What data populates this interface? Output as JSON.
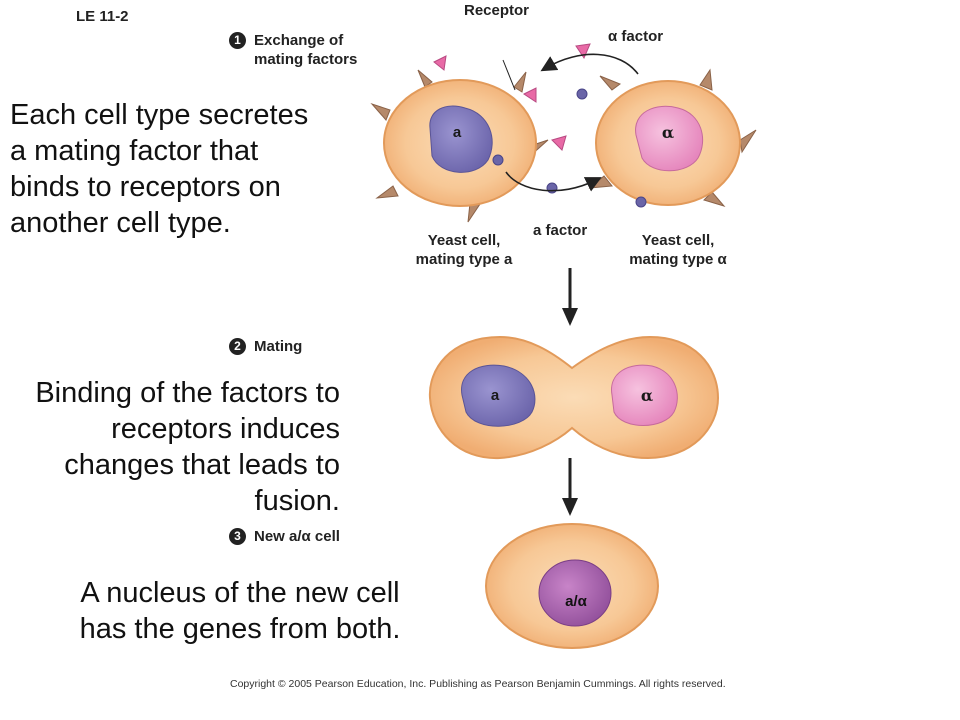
{
  "figure_id": "LE 11-2",
  "labels": {
    "receptor": "Receptor",
    "alpha_factor": "α factor",
    "a_factor": "a factor",
    "cell_a_line1": "Yeast cell,",
    "cell_a_line2": "mating type a",
    "cell_alpha_line1": "Yeast cell,",
    "cell_alpha_line2": "mating type α",
    "nucleus_a": "a",
    "nucleus_alpha": "α",
    "nucleus_merged_a": "a",
    "nucleus_merged_alpha": "α",
    "nucleus_new": "a/α"
  },
  "steps": [
    {
      "number": "1",
      "line1": "Exchange of",
      "line2": "mating factors"
    },
    {
      "number": "2",
      "line1": "Mating",
      "line2": ""
    },
    {
      "number": "3",
      "line1": "New a/α cell",
      "line2": ""
    }
  ],
  "captions": {
    "c1_l1": "Each cell type secretes",
    "c1_l2": "a mating factor that",
    "c1_l3": "binds to receptors on",
    "c1_l4": "another cell type.",
    "c2_l1": "Binding of the factors to",
    "c2_l2": "receptors induces",
    "c2_l3": "changes that leads to",
    "c2_l4": "fusion.",
    "c3_l1": "A nucleus of the new cell",
    "c3_l2": "has the genes from both."
  },
  "copyright": "Copyright © 2005 Pearson Education, Inc. Publishing as Pearson Benjamin Cummings. All rights reserved.",
  "colors": {
    "cell_fill": "#f7c08a",
    "cell_inner": "#f9d3a6",
    "cell_stroke": "#d9955a",
    "nucleus_a": "#7b74b8",
    "nucleus_alpha": "#e89ac8",
    "nucleus_new": "#a25fa8",
    "alpha_factor": "#e86aa6",
    "a_factor": "#6a65a8",
    "receptor": "#b08a70"
  }
}
